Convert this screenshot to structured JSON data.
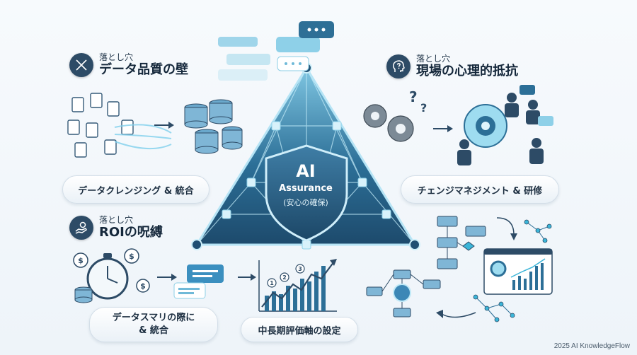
{
  "center": {
    "title": "AI",
    "subtitle": "Assurance",
    "caption": "(安心の確保)"
  },
  "pitfalls": [
    {
      "tag": "落とし穴",
      "title": "データ品質の壁",
      "solution": "データクレンジング & 統合",
      "icon": "scatter-arrows-icon"
    },
    {
      "tag": "落とし穴",
      "title": "現場の心理的抵抗",
      "solution": "チェンジマネジメント & 研修",
      "icon": "head-question-icon"
    },
    {
      "tag": "落とし穴",
      "title": "ROIの呪縛",
      "solution_line1": "データスマリの際に",
      "solution_line2": "& 統合",
      "icon": "hand-coin-icon"
    }
  ],
  "solution_bottom_center": "中長期評価軸の設定",
  "chart_steps": [
    "1",
    "2",
    "3"
  ],
  "footer": "2025 AI KnowledgeFlow",
  "colors": {
    "accent": "#2d4b66",
    "teal": "#3bb5d8",
    "triangle": "#2c6f97"
  }
}
